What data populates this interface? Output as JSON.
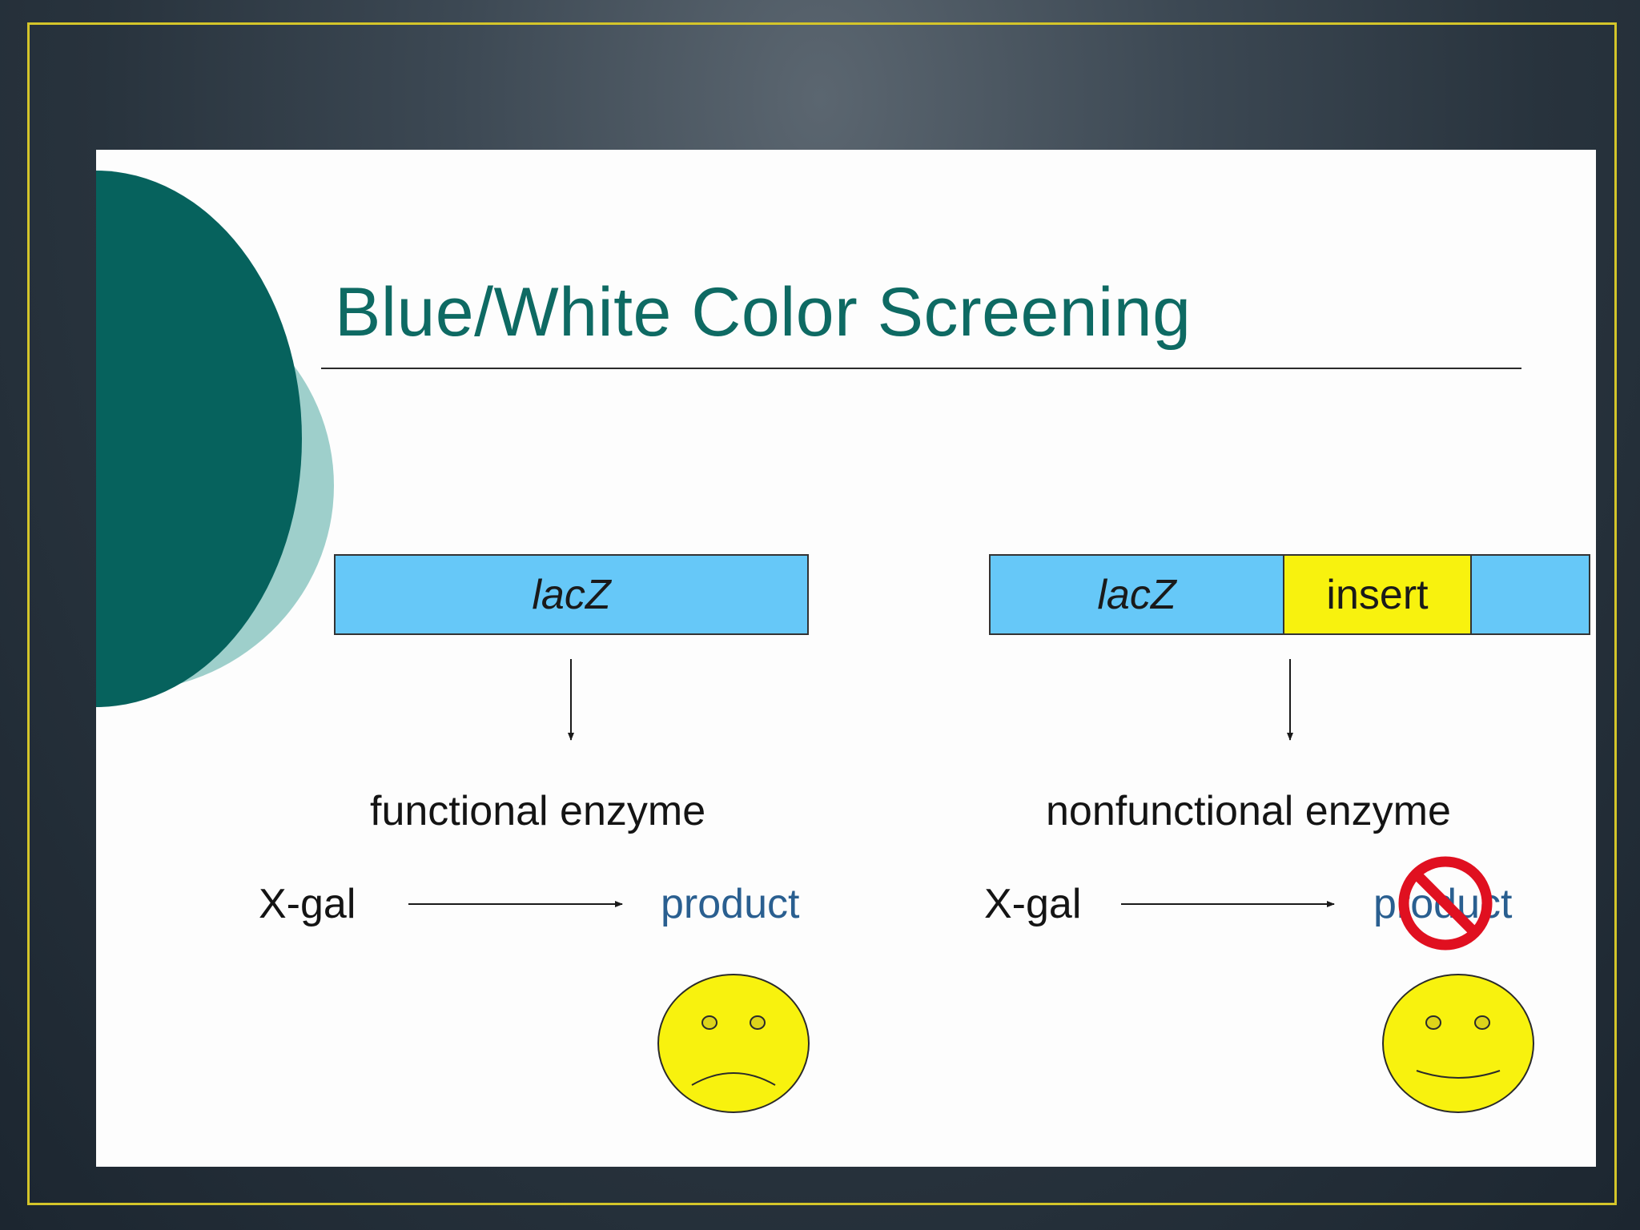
{
  "title": "Blue/White Color Screening",
  "left_panel": {
    "gene_label": "lacZ",
    "result_label": "functional enzyme",
    "substrate": "X-gal",
    "product": "product",
    "face": "sad-face-icon"
  },
  "right_panel": {
    "gene_label": "lacZ",
    "insert_label": "insert",
    "result_label": "nonfunctional enzyme",
    "substrate": "X-gal",
    "product": "product",
    "face": "happy-face-icon",
    "prohibit": "no-symbol-icon"
  },
  "colors": {
    "title": "#0e6a63",
    "gene_blue": "#66c8f8",
    "insert_yellow": "#f8f20e",
    "product_text": "#2a5f90",
    "face_yellow": "#f8f20e",
    "prohibit_red": "#e01020",
    "frame_border": "#d4c52a"
  }
}
